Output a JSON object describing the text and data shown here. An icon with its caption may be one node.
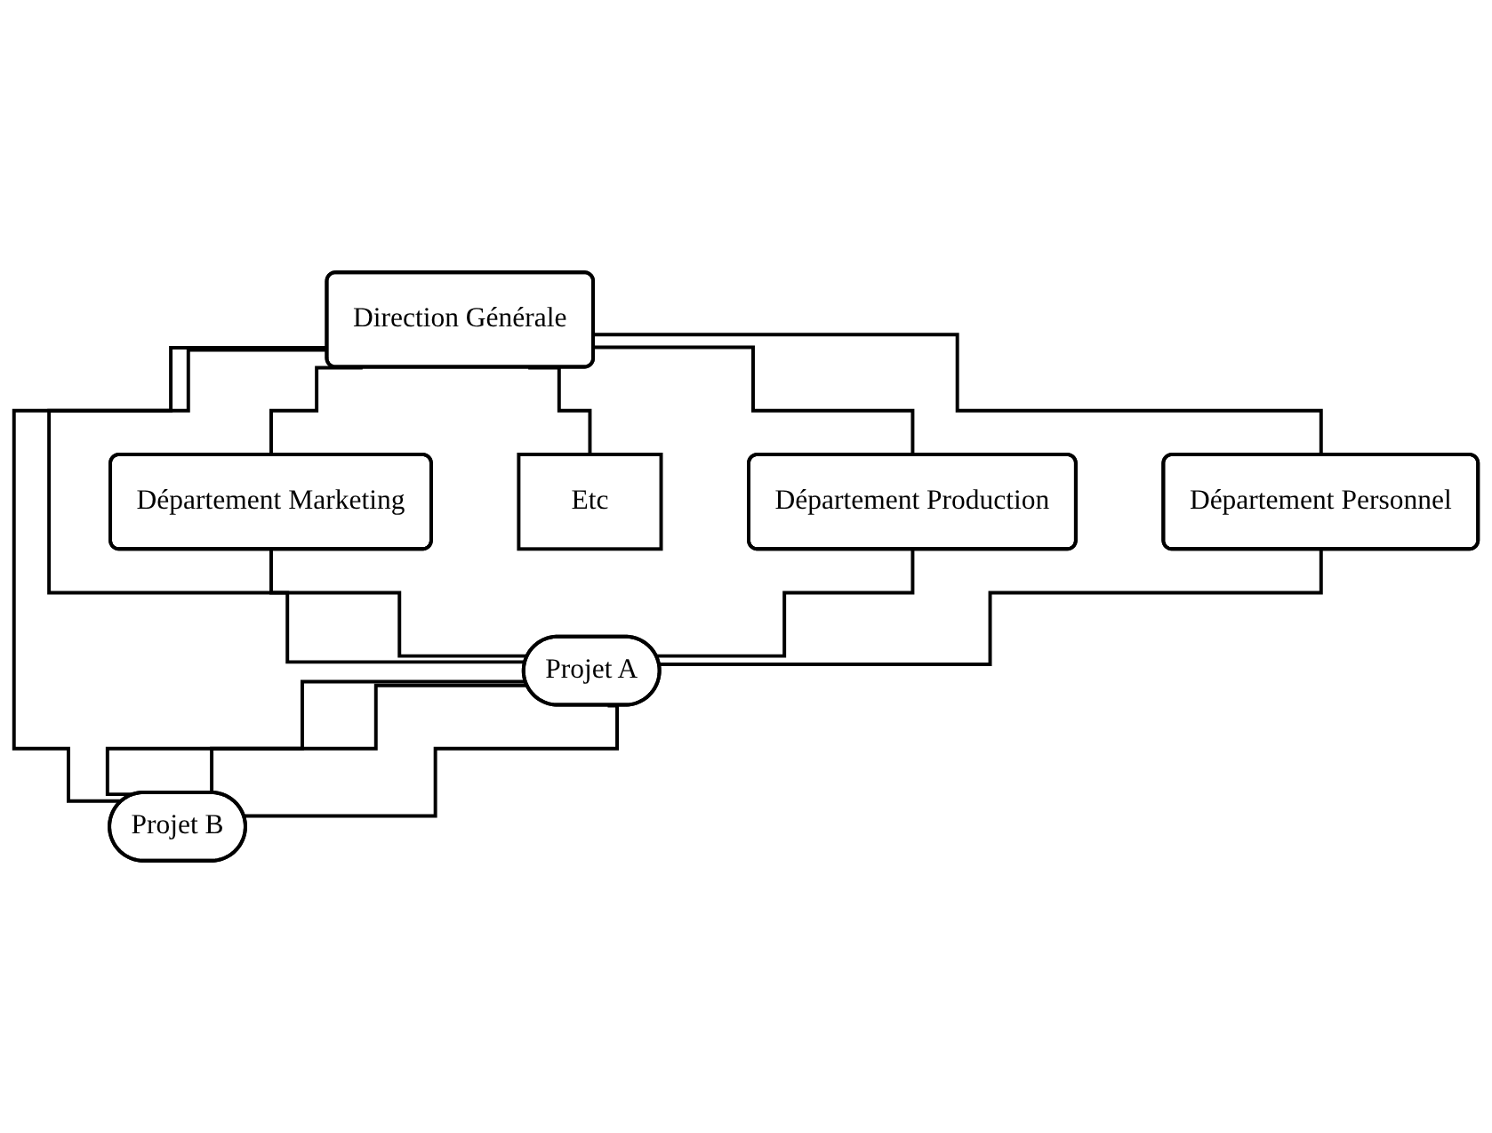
{
  "diagram": {
    "nodes": [
      {
        "text": [
          "Direction Générale"
        ]
      },
      {
        "text": [
          "Département Marketing"
        ]
      },
      {
        "text": [
          "Département Production"
        ]
      },
      {
        "text": [
          "Département Personnel"
        ]
      },
      {
        "text": [
          "Projet A"
        ]
      },
      {
        "text": [
          "Projet B"
        ]
      },
      {
        "text": [
          "Etc"
        ]
      }
    ],
    "edges": [
      {
        "from": 0,
        "to": 1,
        "arrow": "none"
      },
      {
        "from": 0,
        "to": 2,
        "arrow": "none"
      },
      {
        "from": 0,
        "to": 3,
        "arrow": "none"
      },
      {
        "from": 0,
        "to": 4,
        "arrow": "none"
      },
      {
        "from": 0,
        "to": 5,
        "arrow": "none"
      },
      {
        "from": 0,
        "to": 6,
        "arrow": "none"
      },
      {
        "from": 1,
        "to": 4,
        "arrow": "none"
      },
      {
        "from": 2,
        "to": 4,
        "arrow": "none"
      },
      {
        "from": 3,
        "to": 4,
        "arrow": "none"
      },
      {
        "from": 4,
        "to": 5,
        "arrow": "none"
      },
      {
        "from": 4,
        "to": 5,
        "arrow": "none"
      },
      {
        "from": 4,
        "to": 5,
        "arrow": "none"
      }
    ]
  }
}
